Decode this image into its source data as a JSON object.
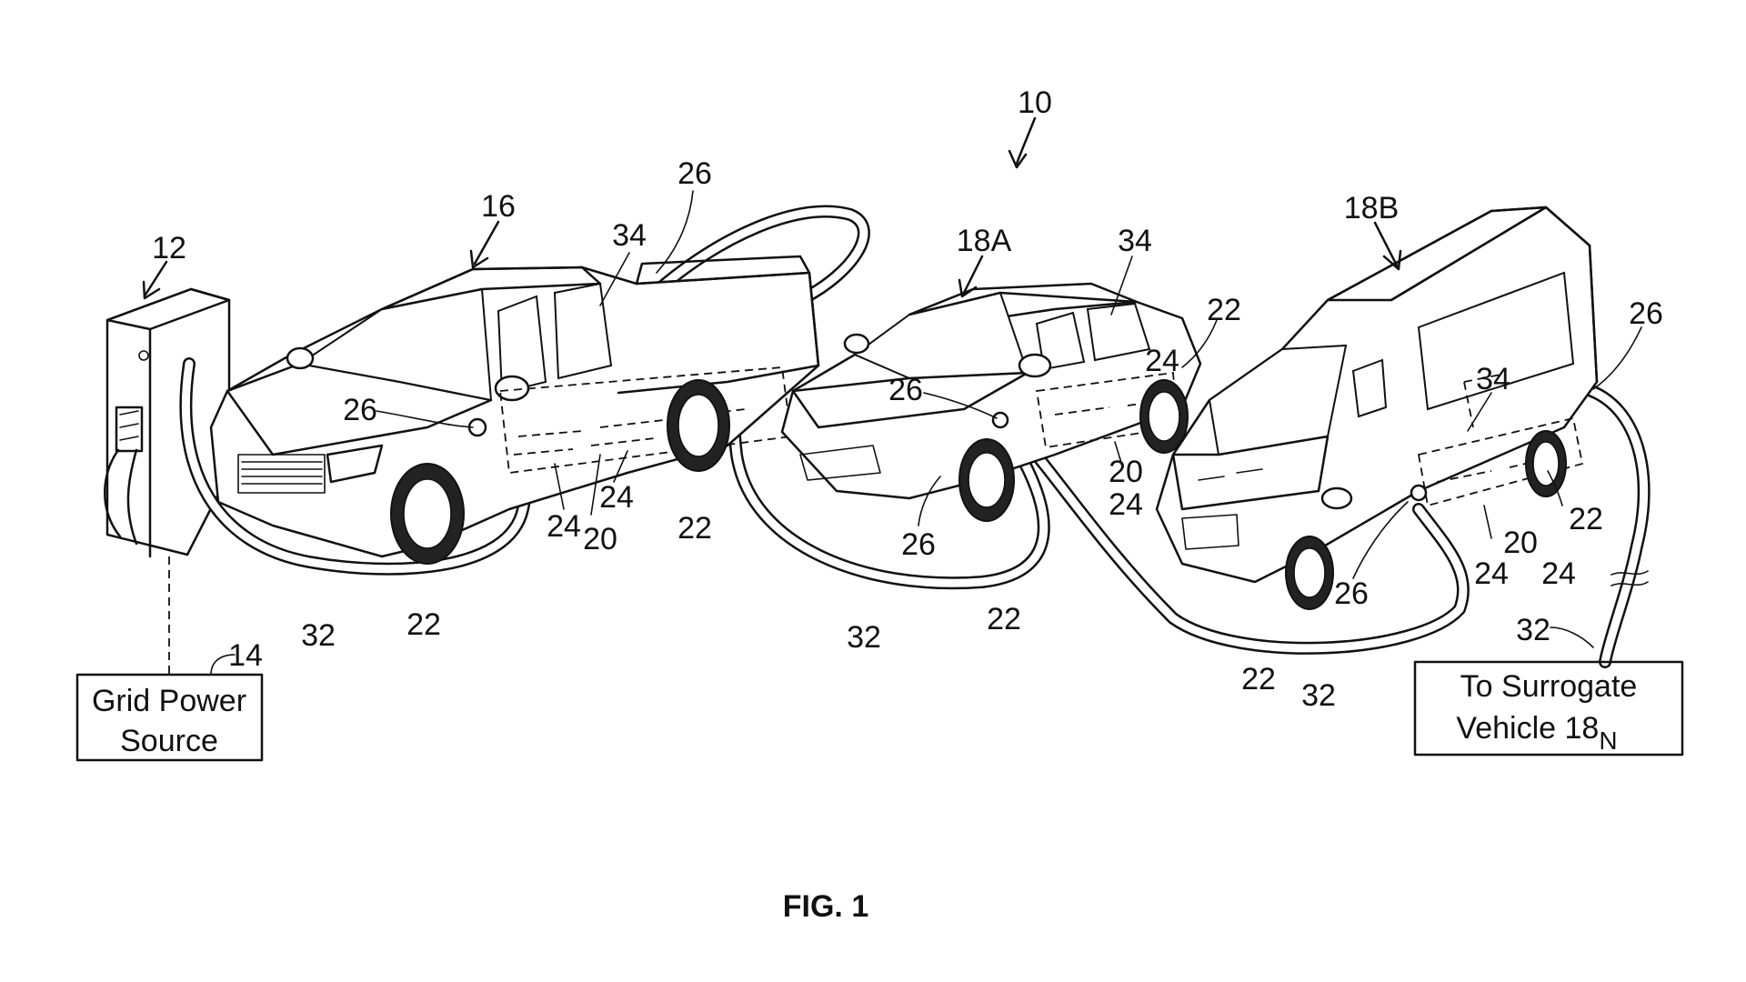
{
  "figure": {
    "caption": "FIG. 1",
    "ref_system": "10",
    "ref_charger": "12",
    "ref_grid": "14",
    "ref_tow_vehicle": "16",
    "ref_vehicle_a": "18A",
    "ref_vehicle_b": "18B",
    "grid_box": {
      "line1": "Grid Power",
      "line2": "Source"
    },
    "surrogate_box": {
      "line1": "To Surrogate",
      "line2": "Vehicle 18",
      "subscript": "N"
    },
    "part_labels": {
      "battery_pack": "20",
      "wheel": "22",
      "cell": "24",
      "charge_port": "26",
      "cable": "32",
      "controller": "34"
    },
    "colors": {
      "line": "#111111",
      "background": "#ffffff"
    }
  }
}
